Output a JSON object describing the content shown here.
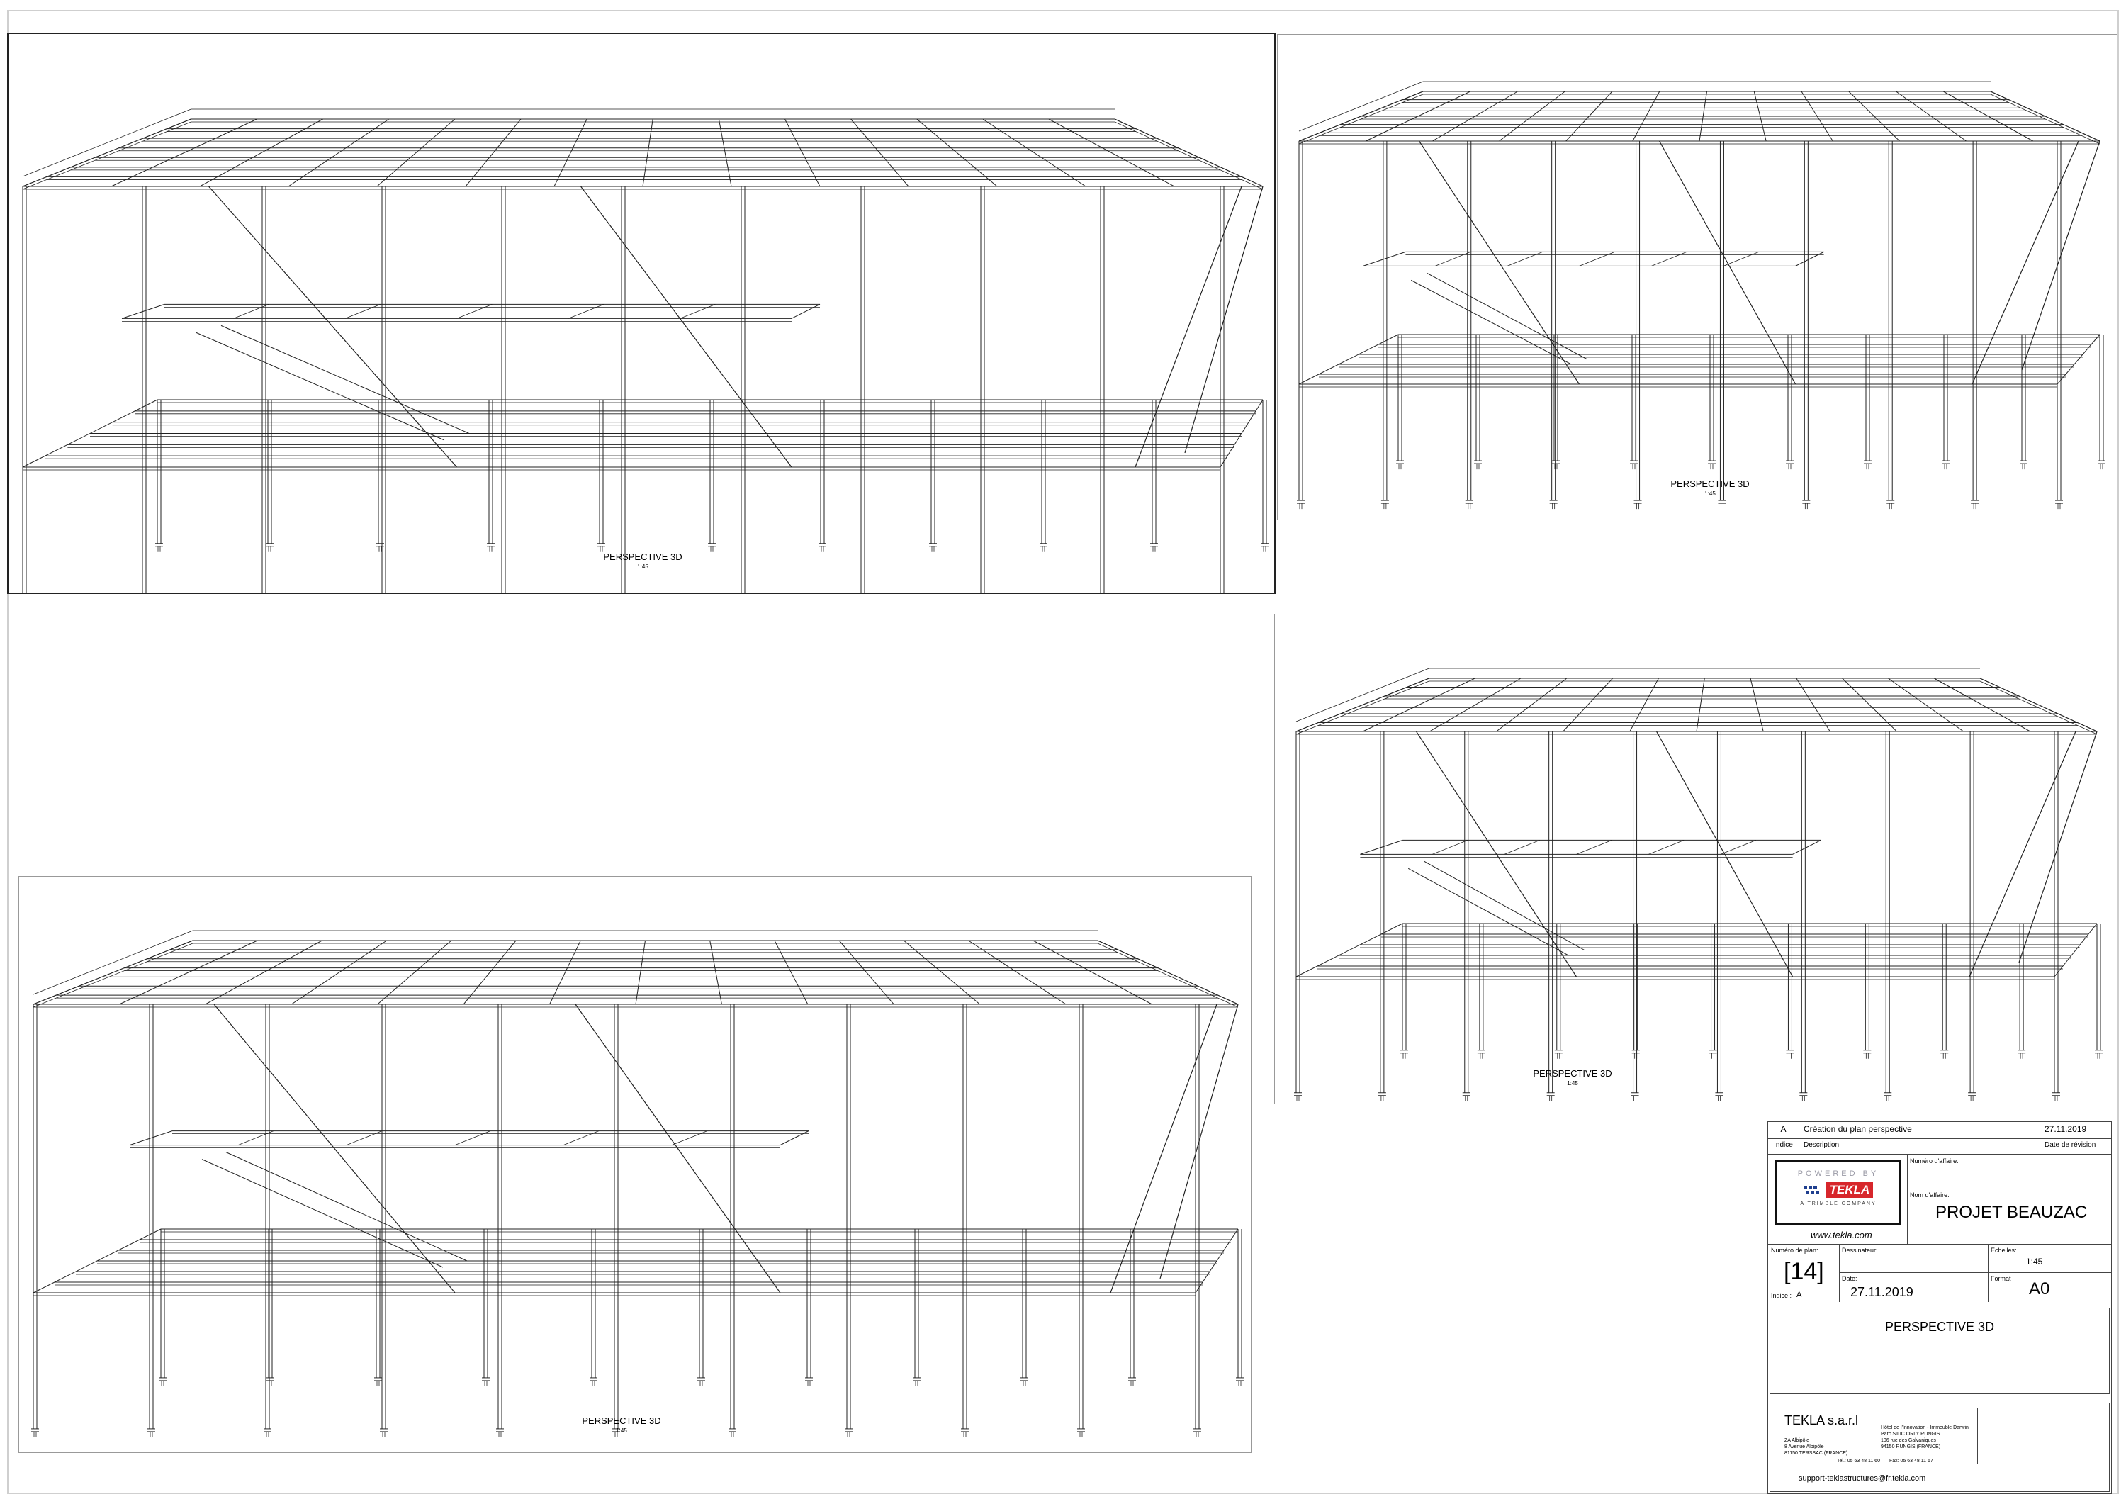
{
  "drawing": {
    "views": [
      {
        "title": "PERSPECTIVE 3D",
        "scale": "1:45"
      },
      {
        "title": "PERSPECTIVE 3D",
        "scale": "1:45"
      },
      {
        "title": "PERSPECTIVE 3D",
        "scale": "1:45"
      },
      {
        "title": "PERSPECTIVE 3D",
        "scale": "1:45"
      }
    ]
  },
  "title_block": {
    "revision": {
      "indice": "A",
      "description": "Création du plan perspective",
      "date": "27.11.2019",
      "header_indice": "Indice",
      "header_description": "Description",
      "header_date": "Date de révision"
    },
    "logo": {
      "powered_by": "POWERED BY",
      "brand": "TEKLA",
      "tagline": "A TRIMBLE COMPANY",
      "website": "www.tekla.com"
    },
    "numero_affaire_label": "Numéro d'affaire:",
    "numero_affaire_value": "",
    "nom_affaire_label": "Nom d'affaire:",
    "nom_affaire_value": "PROJET BEAUZAC",
    "numero_plan_label": "Numéro de plan:",
    "numero_plan_value": "[14]",
    "indice_label": "Indice :",
    "indice_value": "A",
    "dessinateur_label": "Dessinateur:",
    "echelles_label": "Echelles:",
    "echelles_value": "1:45",
    "date_label": "Date:",
    "date_value": "27.11.2019",
    "format_label": "Format",
    "format_value": "A0",
    "drawing_title": "PERSPECTIVE 3D",
    "company": {
      "name": "TEKLA s.a.r.l",
      "address_left": [
        "ZA Albipôle",
        "8 Avenue Albipôle",
        "81150 TERSSAC (FRANCE)"
      ],
      "phone_left": "Tel.: 05 63 48 11 60",
      "address_right": [
        "Hôtel de l'Innovation - Immeuble Darwin",
        "Parc SILIC ORLY RUNGIS",
        "106 rue des Galvaniques",
        "94150 RUNGIS (FRANCE)"
      ],
      "fax_right": "Fax: 05 63 48 11 67",
      "email": "support-teklastructures@fr.tekla.com"
    }
  }
}
